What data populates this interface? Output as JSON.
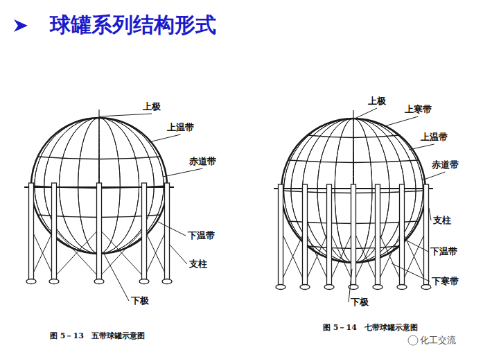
{
  "diagram": {
    "title": "球罐系列结构形式",
    "labels": [
      "上极",
      "上温带",
      "赤道带",
      "下温带",
      "支柱",
      "下极",
      "图 5－13　五带球罐示意图",
      "上极",
      "上寒带",
      "上温带",
      "赤道带",
      "支柱",
      "下温带",
      "下寒带",
      "下极",
      "图 5－14　七带球罐示意图",
      "化工交流"
    ]
  }
}
